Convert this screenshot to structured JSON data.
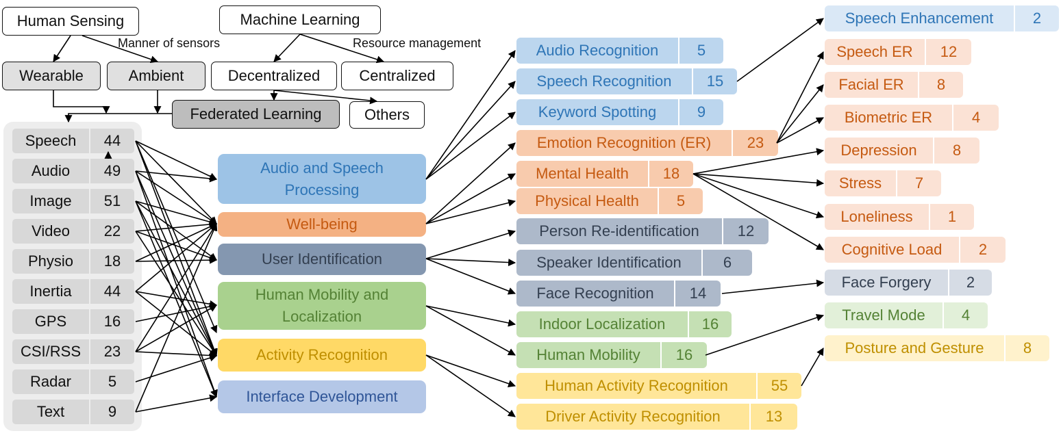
{
  "colors": {
    "blue": {
      "bg": "#bcd6ee",
      "text": "#2e75b6",
      "cat_bg": "#9dc3e6"
    },
    "orange": {
      "bg": "#f8cbad",
      "text": "#c55a11",
      "cat_bg": "#f4b183"
    },
    "slate": {
      "bg": "#adb9ca",
      "text": "#333f50",
      "cat_bg": "#8497b0"
    },
    "green": {
      "bg": "#c5e0b4",
      "text": "#548235",
      "cat_bg": "#a9d18e"
    },
    "yellow": {
      "bg": "#ffe699",
      "text": "#bf8f00",
      "cat_bg": "#ffd966"
    },
    "lightblue": {
      "bg": "#b4c7e7",
      "text": "#2f5597",
      "cat_bg": "#b4c7e7"
    },
    "pale_blue": {
      "bg": "#dae8f6",
      "text": "#2e75b6"
    },
    "pale_orange": {
      "bg": "#fbe2d5",
      "text": "#c55a11"
    },
    "pale_slate": {
      "bg": "#d6dce5",
      "text": "#333f50"
    },
    "pale_green": {
      "bg": "#e2f0d9",
      "text": "#548235"
    },
    "pale_yellow": {
      "bg": "#fff2cc",
      "text": "#bf8f00"
    }
  },
  "taxonomy": {
    "human_sensing": "Human Sensing",
    "machine_learning": "Machine Learning",
    "wearable": "Wearable",
    "ambient": "Ambient",
    "decentralized": "Decentralized",
    "centralized": "Centralized",
    "federated_learning": "Federated Learning",
    "others": "Others",
    "edge_manner": "Manner of sensors",
    "edge_resource": "Resource management"
  },
  "modalities": [
    {
      "name": "Speech",
      "count": "44"
    },
    {
      "name": "Audio",
      "count": "49"
    },
    {
      "name": "Image",
      "count": "51"
    },
    {
      "name": "Video",
      "count": "22"
    },
    {
      "name": "Physio",
      "count": "18"
    },
    {
      "name": "Inertia",
      "count": "44"
    },
    {
      "name": "GPS",
      "count": "16"
    },
    {
      "name": "CSI/RSS",
      "count": "23"
    },
    {
      "name": "Radar",
      "count": "5"
    },
    {
      "name": "Text",
      "count": "9"
    }
  ],
  "categories": [
    {
      "line1": "Audio and Speech",
      "line2": "Processing"
    },
    {
      "line1": "Well-being",
      "line2": ""
    },
    {
      "line1": "User Identification",
      "line2": ""
    },
    {
      "line1": "Human Mobility and",
      "line2": "Localization"
    },
    {
      "line1": "Activity Recognition",
      "line2": ""
    },
    {
      "line1": "Interface Development",
      "line2": ""
    }
  ],
  "tasks": [
    {
      "name": "Audio Recognition",
      "count": "5"
    },
    {
      "name": "Speech Recognition",
      "count": "15"
    },
    {
      "name": "Keyword Spotting",
      "count": "9"
    },
    {
      "name": "Emotion Recognition (ER)",
      "count": "23"
    },
    {
      "name": "Mental Health",
      "count": "18"
    },
    {
      "name": "Physical Health",
      "count": "5"
    },
    {
      "name": "Person Re-identification",
      "count": "12"
    },
    {
      "name": "Speaker Identification",
      "count": "6"
    },
    {
      "name": "Face Recognition",
      "count": "14"
    },
    {
      "name": "Indoor Localization",
      "count": "16"
    },
    {
      "name": "Human Mobility",
      "count": "16"
    },
    {
      "name": "Human Activity Recognition",
      "count": "55"
    },
    {
      "name": "Driver Activity Recognition",
      "count": "13"
    }
  ],
  "subtasks": [
    {
      "name": "Speech Enhancement",
      "count": "2"
    },
    {
      "name": "Speech ER",
      "count": "12"
    },
    {
      "name": "Facial ER",
      "count": "8"
    },
    {
      "name": "Biometric ER",
      "count": "4"
    },
    {
      "name": "Depression",
      "count": "8"
    },
    {
      "name": "Stress",
      "count": "7"
    },
    {
      "name": "Loneliness",
      "count": "1"
    },
    {
      "name": "Cognitive Load",
      "count": "2"
    },
    {
      "name": "Face Forgery",
      "count": "2"
    },
    {
      "name": "Travel Mode",
      "count": "4"
    },
    {
      "name": "Posture and Gesture",
      "count": "8"
    }
  ]
}
